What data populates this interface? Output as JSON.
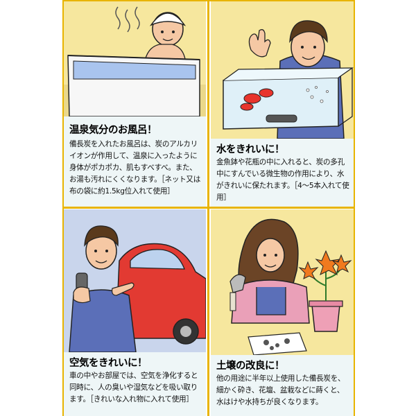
{
  "panels": [
    {
      "title": "温泉気分のお風呂！",
      "body": "備長炭を入れたお風呂は、炭のアルカリイオンが作用して、温泉に入ったように身体がポカポカ、肌もすべすべ。また、お湯も汚れにくくなります。［ネット又は布の袋に約1.5kg位入れて使用］"
    },
    {
      "title": "水をきれいに！",
      "body": "金魚鉢や花瓶の中に入れると、炭の多孔中にすんでいる微生物の作用により、水がきれいに保たれます。［4～5本入れて使用］"
    },
    {
      "title": "空気をきれいに！",
      "body": "車の中やお部屋では、空気を浄化すると同時に、人の臭いや湿気などを吸い取ります。［きれいな入れ物に入れて使用］"
    },
    {
      "title": "土壌の改良に！",
      "body": "他の用途に半年以上使用した備長炭を、細かく砕き、花壇、盆栽などに蒔くと、水はけや水持ちが良くなります。"
    }
  ],
  "colors": {
    "frame": "#e8b400",
    "panel_bg_blue": "#c9d5ec",
    "panel_bg_yellow": "#f6e79e",
    "text_bg": "#eef6f7",
    "water": "#a9c4ee"
  }
}
